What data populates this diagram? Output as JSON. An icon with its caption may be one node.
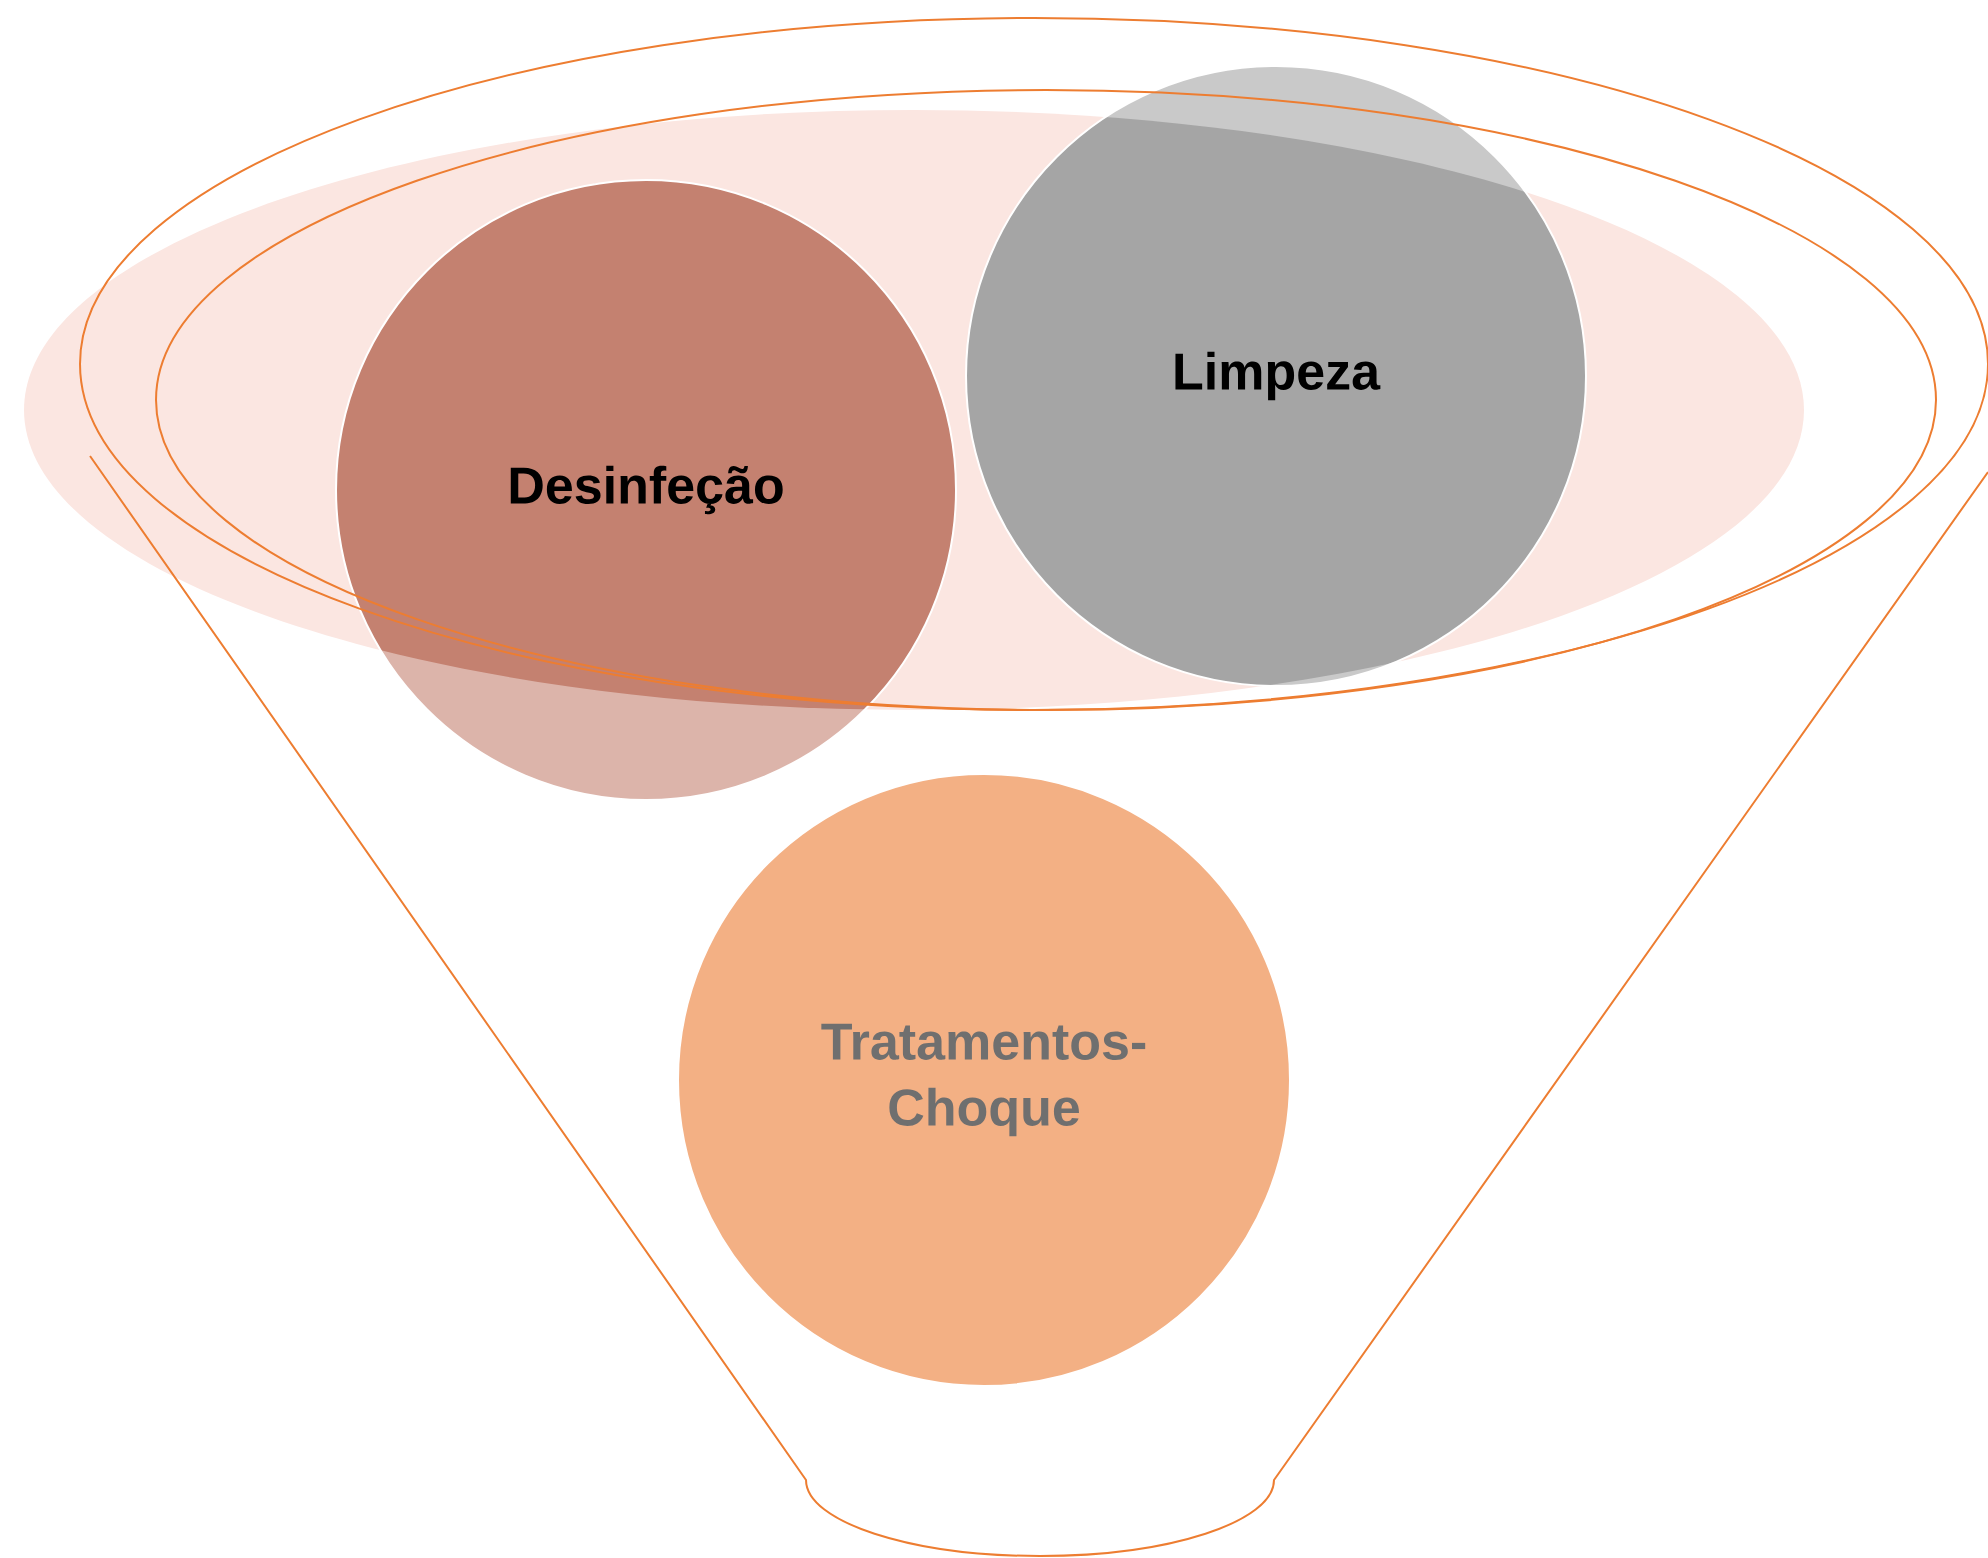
{
  "diagram": {
    "nodes": [
      {
        "text": [
          "Desinfeção"
        ]
      },
      {
        "text": [
          "Limpeza"
        ]
      },
      {
        "text": [
          "Tratamentos-Choque"
        ]
      }
    ]
  }
}
